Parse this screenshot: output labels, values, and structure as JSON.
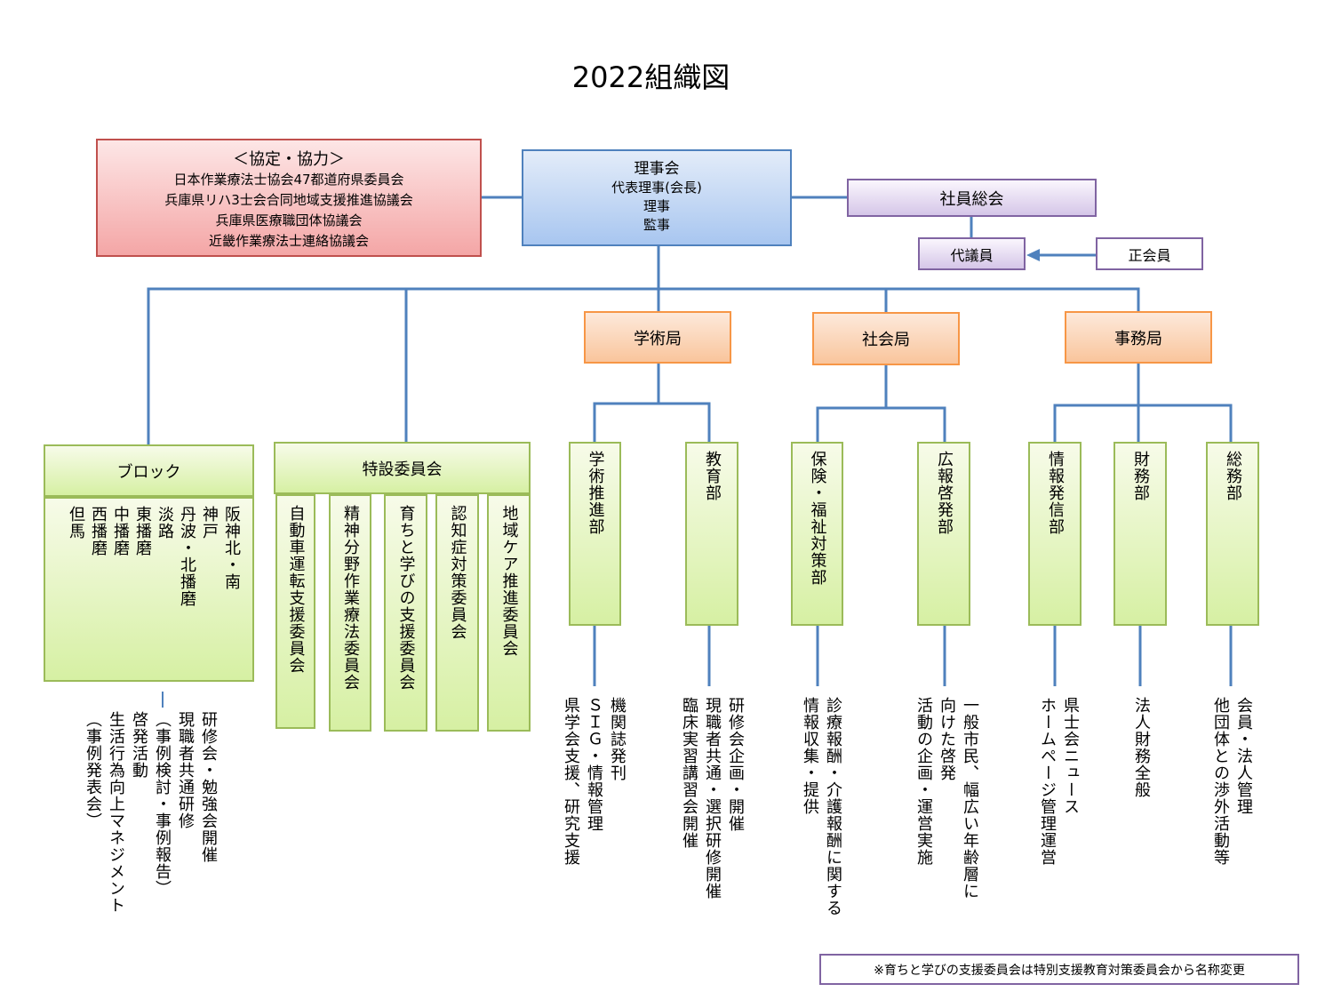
{
  "title": "2022組織図",
  "partners": {
    "heading": "＜協定・協力＞",
    "lines": [
      "日本作業療法士協会47都道府県委員会",
      "兵庫県リハ3士会合同地域支援推進協議会",
      "兵庫県医療職団体協議会",
      "近畿作業療法士連絡協議会"
    ]
  },
  "board": {
    "heading": "理事会",
    "lines": [
      "代表理事(会長)",
      "理事",
      "監事"
    ]
  },
  "general_assembly": "社員総会",
  "delegates": "代議員",
  "regular_members": "正会員",
  "bureaus": {
    "academic": "学術局",
    "social": "社会局",
    "secretariat": "事務局"
  },
  "block": {
    "heading": "ブロック",
    "areas": [
      "阪神北・南",
      "神戸",
      "丹波・北播磨",
      "淡路",
      "東播磨",
      "中播磨",
      "西播磨",
      "但馬"
    ],
    "duties": [
      "研修会・勉強会開催",
      "現職者共通研修",
      "（事例検討・事例報告）",
      "啓発活動",
      "生活行為向上マネジメント",
      "（事例発表会）"
    ]
  },
  "special_committees": {
    "heading": "特設委員会",
    "items": [
      "自動車運転支援委員会",
      "精神分野作業療法委員会",
      "育ちと学びの支援委員会",
      "認知症対策委員会",
      "地域ケア推進委員会"
    ]
  },
  "departments": [
    {
      "name": "学術推進部",
      "duties": [
        "機関誌発刊",
        "ＳＩＧ・情報管理",
        "県学会支援、研究支援"
      ]
    },
    {
      "name": "教育部",
      "duties": [
        "研修会企画・開催",
        "現職者共通・選択研修開催",
        "臨床実習講習会開催"
      ]
    },
    {
      "name": "保険・福祉対策部",
      "duties": [
        "診療報酬・介護報酬に関する",
        "情報収集・提供"
      ]
    },
    {
      "name": "広報啓発部",
      "duties": [
        "一般市民、幅広い年齢層に",
        "向けた啓発",
        "活動の企画・運営実施"
      ]
    },
    {
      "name": "情報発信部",
      "duties": [
        "県士会ニュース",
        "ホームページ管理運営"
      ]
    },
    {
      "name": "財務部",
      "duties": [
        "法人財務全般"
      ]
    },
    {
      "name": "総務部",
      "duties": [
        "会員・法人管理",
        "他団体との渉外活動等"
      ]
    }
  ],
  "footnote": "※育ちと学びの支援委員会は特別支援教育対策委員会から名称変更",
  "colors": {
    "connector": "#4f81bd",
    "partners_border": "#c0504d",
    "board_border": "#4f81bd",
    "assembly_border": "#8064a2",
    "bureau_border": "#f79646",
    "unit_border": "#9bbb59"
  }
}
